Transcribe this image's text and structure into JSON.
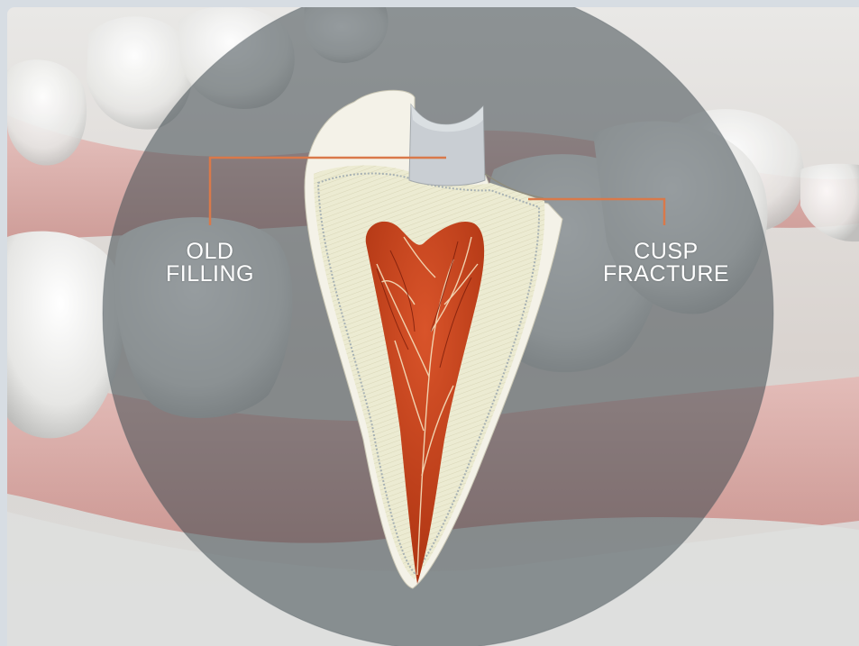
{
  "illustration": {
    "subject": "tooth-cross-section",
    "colors": {
      "frame": "#d7dde3",
      "gum": "#d89b98",
      "lens": "#3f4a50",
      "enamel": "#f6f4ea",
      "dentin": "#ecebd2",
      "pulp": "#c8431b",
      "filling": "#c9ced3",
      "leader_line": "#d9794a"
    }
  },
  "callouts": {
    "old_filling": {
      "line1": "OLD",
      "line2": "FILLING"
    },
    "cusp_fracture": {
      "line1": "CUSP",
      "line2": "FRACTURE"
    }
  }
}
